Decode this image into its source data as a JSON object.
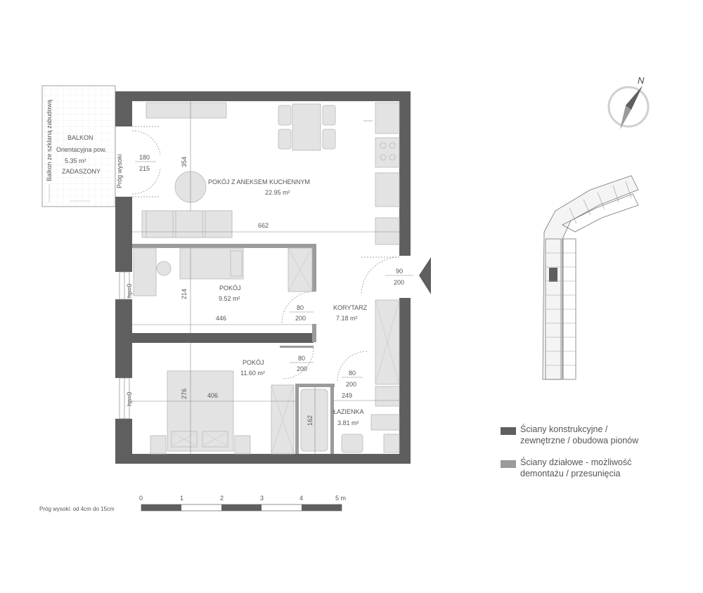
{
  "rooms": {
    "balkon": {
      "name": "BALKON",
      "line1": "Orientacyjna pow.",
      "area": "5.35 m²",
      "note": "ZADASZONY",
      "vertical_note": "Balkon ze szklaną zabudową"
    },
    "living": {
      "name": "POKÓJ Z ANEKSEM KUCHENNYM",
      "area": "22.95  m²"
    },
    "room1": {
      "name": "POKÓJ",
      "area": "9.52 m²"
    },
    "room2": {
      "name": "POKÓJ",
      "area": "11.60 m²"
    },
    "hall": {
      "name": "KORYTARZ",
      "area": "7.18 m²"
    },
    "bath": {
      "name": "ŁAZIENKA",
      "area": "3.81 m²"
    }
  },
  "dimensions": {
    "balcony_door_w": "180",
    "balcony_door_h": "215",
    "living_depth": "354",
    "living_width": "662",
    "entry_w": "90",
    "entry_h": "200",
    "room1_depth": "214",
    "room1_width": "446",
    "door1_w": "80",
    "door1_h": "200",
    "door2_w": "80",
    "door2_h": "200",
    "door3_w": "80",
    "door3_h": "200",
    "room2_depth": "276",
    "room2_width": "406",
    "bath_width": "249",
    "bath_depth": "162"
  },
  "labels": {
    "threshold_vertical": "Próg  wysoki",
    "hp1": "hp=0",
    "hp2": "hp=0",
    "compass_n": "N",
    "threshold_note": "Próg wysoki: od 4cm do 15cm"
  },
  "scale": {
    "ticks": [
      "0",
      "1",
      "2",
      "3",
      "4",
      "5 m"
    ]
  },
  "legend": {
    "structural": {
      "line1": "Ściany konstrukcyjne /",
      "line2": "zewnętrzne / obudowa pionów",
      "color": "#5f5f5f"
    },
    "partition": {
      "line1": "Ściany działowe - możliwość",
      "line2": "demontażu / przesunięcia",
      "color": "#9b9b9b"
    }
  }
}
